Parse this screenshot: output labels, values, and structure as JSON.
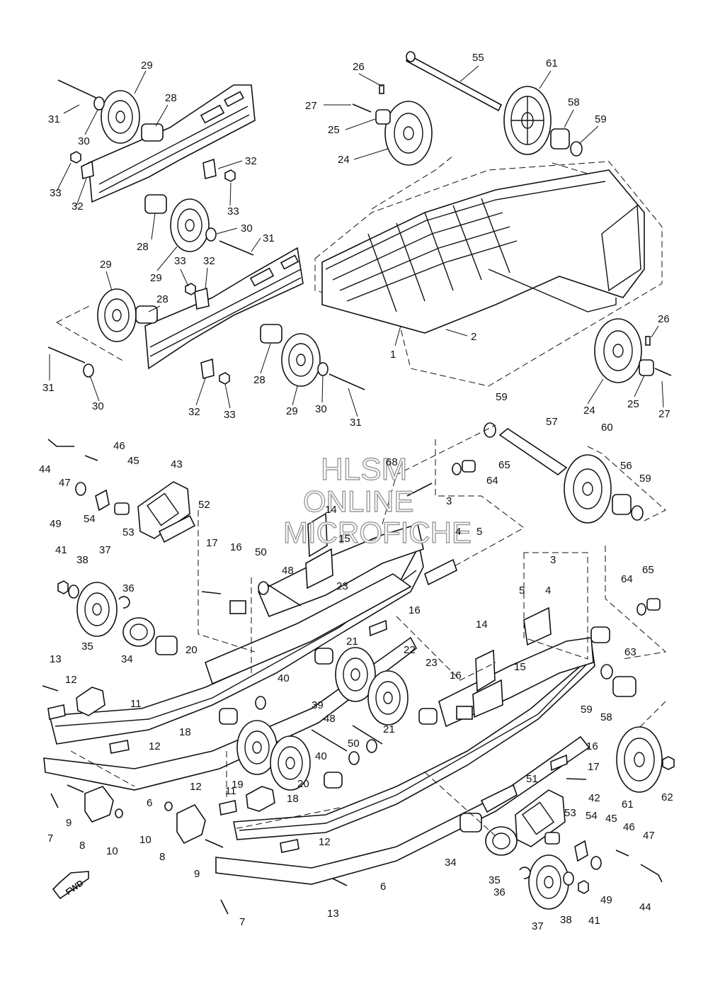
{
  "watermark": {
    "line1": "HLSM",
    "line2": "ONLINE",
    "line3": "MICROFICHE"
  },
  "fwd_badge": "FWD",
  "callouts": {
    "c1": "1",
    "c2": "2",
    "c3a": "3",
    "c3b": "3",
    "c4a": "4",
    "c4b": "4",
    "c5a": "5",
    "c5b": "5",
    "c6a": "6",
    "c6b": "6",
    "c7a": "7",
    "c7b": "7",
    "c8a": "8",
    "c8b": "8",
    "c9a": "9",
    "c9b": "9",
    "c10a": "10",
    "c10b": "10",
    "c11a": "11",
    "c11b": "11",
    "c12a": "12",
    "c12b": "12",
    "c12c": "12",
    "c12d": "12",
    "c13a": "13",
    "c13b": "13",
    "c14a": "14",
    "c14b": "14",
    "c15a": "15",
    "c15b": "15",
    "c16a": "16",
    "c16b": "16",
    "c16c": "16",
    "c16d": "16",
    "c17a": "17",
    "c17b": "17",
    "c18a": "18",
    "c18b": "18",
    "c19": "19",
    "c20a": "20",
    "c20b": "20",
    "c21a": "21",
    "c21b": "21",
    "c22": "22",
    "c23a": "23",
    "c23b": "23",
    "c24a": "24",
    "c24b": "24",
    "c25a": "25",
    "c25b": "25",
    "c26a": "26",
    "c26b": "26",
    "c27a": "27",
    "c27b": "27",
    "c28a": "28",
    "c28b": "28",
    "c28c": "28",
    "c28d": "28",
    "c29a": "29",
    "c29b": "29",
    "c29c": "29",
    "c29d": "29",
    "c30a": "30",
    "c30b": "30",
    "c30c": "30",
    "c30d": "30",
    "c31a": "31",
    "c31b": "31",
    "c31c": "31",
    "c31d": "31",
    "c32a": "32",
    "c32b": "32",
    "c32c": "32",
    "c32d": "32",
    "c33a": "33",
    "c33b": "33",
    "c33c": "33",
    "c33d": "33",
    "c34a": "34",
    "c34b": "34",
    "c35a": "35",
    "c35b": "35",
    "c36a": "36",
    "c36b": "36",
    "c37a": "37",
    "c37b": "37",
    "c38a": "38",
    "c38b": "38",
    "c39": "39",
    "c40a": "40",
    "c40b": "40",
    "c41a": "41",
    "c41b": "41",
    "c42": "42",
    "c43": "43",
    "c44a": "44",
    "c44b": "44",
    "c45a": "45",
    "c45b": "45",
    "c46a": "46",
    "c46b": "46",
    "c47a": "47",
    "c47b": "47",
    "c48a": "48",
    "c48b": "48",
    "c49a": "49",
    "c49b": "49",
    "c50a": "50",
    "c50b": "50",
    "c51": "51",
    "c52": "52",
    "c53a": "53",
    "c53b": "53",
    "c54a": "54",
    "c54b": "54",
    "c55": "55",
    "c56": "56",
    "c57": "57",
    "c58a": "58",
    "c58b": "58",
    "c59a": "59",
    "c59b": "59",
    "c59c": "59",
    "c59d": "59",
    "c60": "60",
    "c61a": "61",
    "c61b": "61",
    "c62": "62",
    "c63": "63",
    "c64a": "64",
    "c64b": "64",
    "c65a": "65",
    "c65b": "65",
    "c68": "68"
  }
}
